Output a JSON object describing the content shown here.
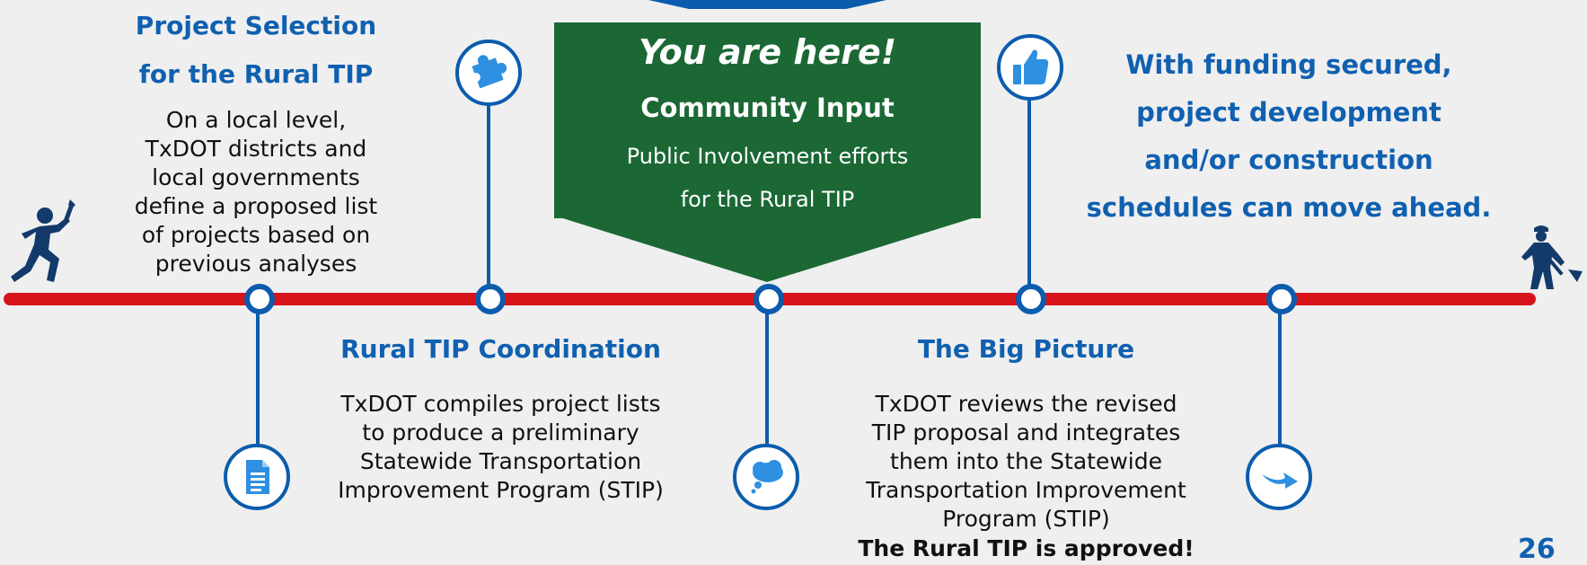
{
  "stage1": {
    "title_lines": [
      "Project Selection",
      "for the Rural TIP"
    ],
    "desc_lines": [
      "On a local level,",
      "TxDOT districts and",
      "local governments",
      "define a proposed list",
      "of projects based on",
      "previous analyses"
    ]
  },
  "callout": {
    "heading": "You are here!",
    "title": "Community Input",
    "desc_lines": [
      "Public Involvement efforts",
      "for the Rural TIP"
    ]
  },
  "stage2": {
    "title": "Rural TIP Coordination",
    "desc_lines": [
      "TxDOT compiles project lists",
      "to produce a preliminary",
      "Statewide Transportation",
      "Improvement Program (STIP)"
    ]
  },
  "stage3": {
    "title": "The Big Picture",
    "desc_lines": [
      "TxDOT reviews the revised",
      "TIP proposal and integrates",
      "them into the Statewide",
      "Transportation Improvement",
      "Program (STIP)"
    ],
    "bold_line": "The Rural TIP is approved!"
  },
  "stage4": {
    "text_lines": [
      "With funding secured,",
      "project development",
      "and/or construction",
      "schedules can move ahead."
    ]
  },
  "icons": {
    "start": "runner-torch-icon",
    "end": "worker-shovel-icon",
    "stage1_icon": "document-icon",
    "stage2_icon": "puzzle-icon",
    "stage3_icon": "thought-cloud-icon",
    "stage4_icon": "thumbs-up-icon",
    "stage5_icon": "arrow-right-icon"
  },
  "colors": {
    "timeline": "#d8141b",
    "accent_blue": "#1060b0",
    "callout_green": "#1b6835",
    "icon_blue": "#2f8fe0"
  },
  "page_number": "26"
}
